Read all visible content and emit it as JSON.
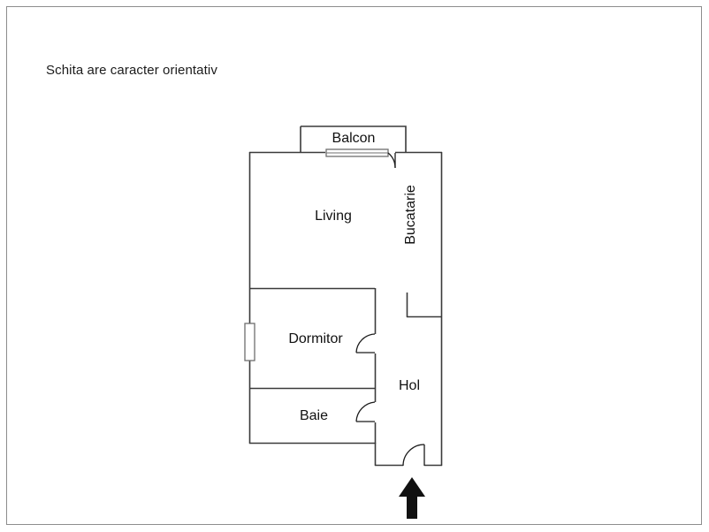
{
  "page": {
    "title": "Schita are caracter orientativ",
    "background_color": "#ffffff",
    "frame_color": "#8d8d8d"
  },
  "floorplan": {
    "wall_color": "#3a3a3a",
    "entry_marker_color": "#111111",
    "rooms": [
      {
        "id": "balcon",
        "label": "Balcon",
        "orientation": "horizontal"
      },
      {
        "id": "living",
        "label": "Living",
        "orientation": "horizontal"
      },
      {
        "id": "bucatarie",
        "label": "Bucatarie",
        "orientation": "vertical"
      },
      {
        "id": "dormitor",
        "label": "Dormitor",
        "orientation": "horizontal"
      },
      {
        "id": "baie",
        "label": "Baie",
        "orientation": "horizontal"
      },
      {
        "id": "hol",
        "label": "Hol",
        "orientation": "horizontal"
      }
    ],
    "features": [
      {
        "id": "balcony-door",
        "type": "door",
        "name": "balcony-door-swing"
      },
      {
        "id": "balcony-glass",
        "type": "window",
        "name": "balcony-glazing"
      },
      {
        "id": "dormitor-window",
        "type": "window",
        "name": "bedroom-window"
      },
      {
        "id": "dormitor-door",
        "type": "door",
        "name": "bedroom-door-swing"
      },
      {
        "id": "baie-door",
        "type": "door",
        "name": "bathroom-door-swing"
      },
      {
        "id": "entry-door",
        "type": "door",
        "name": "entrance-door-swing"
      },
      {
        "id": "entry-arrow",
        "type": "arrow",
        "name": "entrance-direction-arrow"
      }
    ]
  }
}
